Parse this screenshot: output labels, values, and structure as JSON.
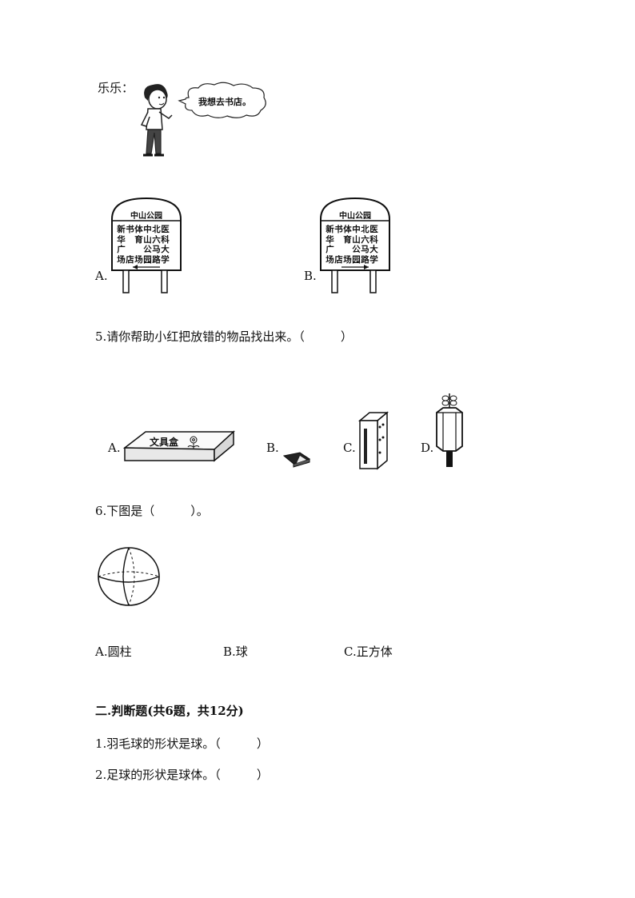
{
  "intro": {
    "speaker": "乐乐：",
    "speech": "我想去书店。"
  },
  "q4": {
    "signs": [
      {
        "label": "A.",
        "title": "中山公园",
        "columns": [
          [
            "新",
            "华",
            "广",
            "场"
          ],
          [
            "书",
            "",
            "",
            "店"
          ],
          [
            "体",
            "育",
            "",
            "场"
          ],
          [
            "中",
            "山",
            "公",
            "园"
          ],
          [
            "北",
            "六",
            "马",
            "路"
          ],
          [
            "医",
            "科",
            "大",
            "学"
          ]
        ],
        "arrow": "left"
      },
      {
        "label": "B.",
        "title": "中山公园",
        "columns": [
          [
            "新",
            "华",
            "广",
            "场"
          ],
          [
            "书",
            "",
            "",
            "店"
          ],
          [
            "体",
            "育",
            "",
            "场"
          ],
          [
            "中",
            "山",
            "公",
            "园"
          ],
          [
            "北",
            "六",
            "马",
            "路"
          ],
          [
            "医",
            "科",
            "大",
            "学"
          ]
        ],
        "arrow": "right"
      }
    ]
  },
  "q5": {
    "question": "5.请你帮助小红把放错的物品找出来。（　　　）",
    "options": [
      {
        "label": "A.",
        "item_text": "文具盒",
        "icon": "pencil-box-icon"
      },
      {
        "label": "B.",
        "icon": "eraser-icon"
      },
      {
        "label": "C.",
        "icon": "book-icon"
      },
      {
        "label": "D.",
        "icon": "pencil-sharpener-icon"
      }
    ]
  },
  "q6": {
    "question": "6.下图是（　　　）。",
    "figure_icon": "sphere-icon",
    "options": [
      "A.圆柱",
      "B.球",
      "C.正方体"
    ]
  },
  "section2": {
    "heading": "二.判断题(共6题，共12分)",
    "items": [
      "1.羽毛球的形状是球。（　　　）",
      "2.足球的形状是球体。（　　　）"
    ]
  }
}
